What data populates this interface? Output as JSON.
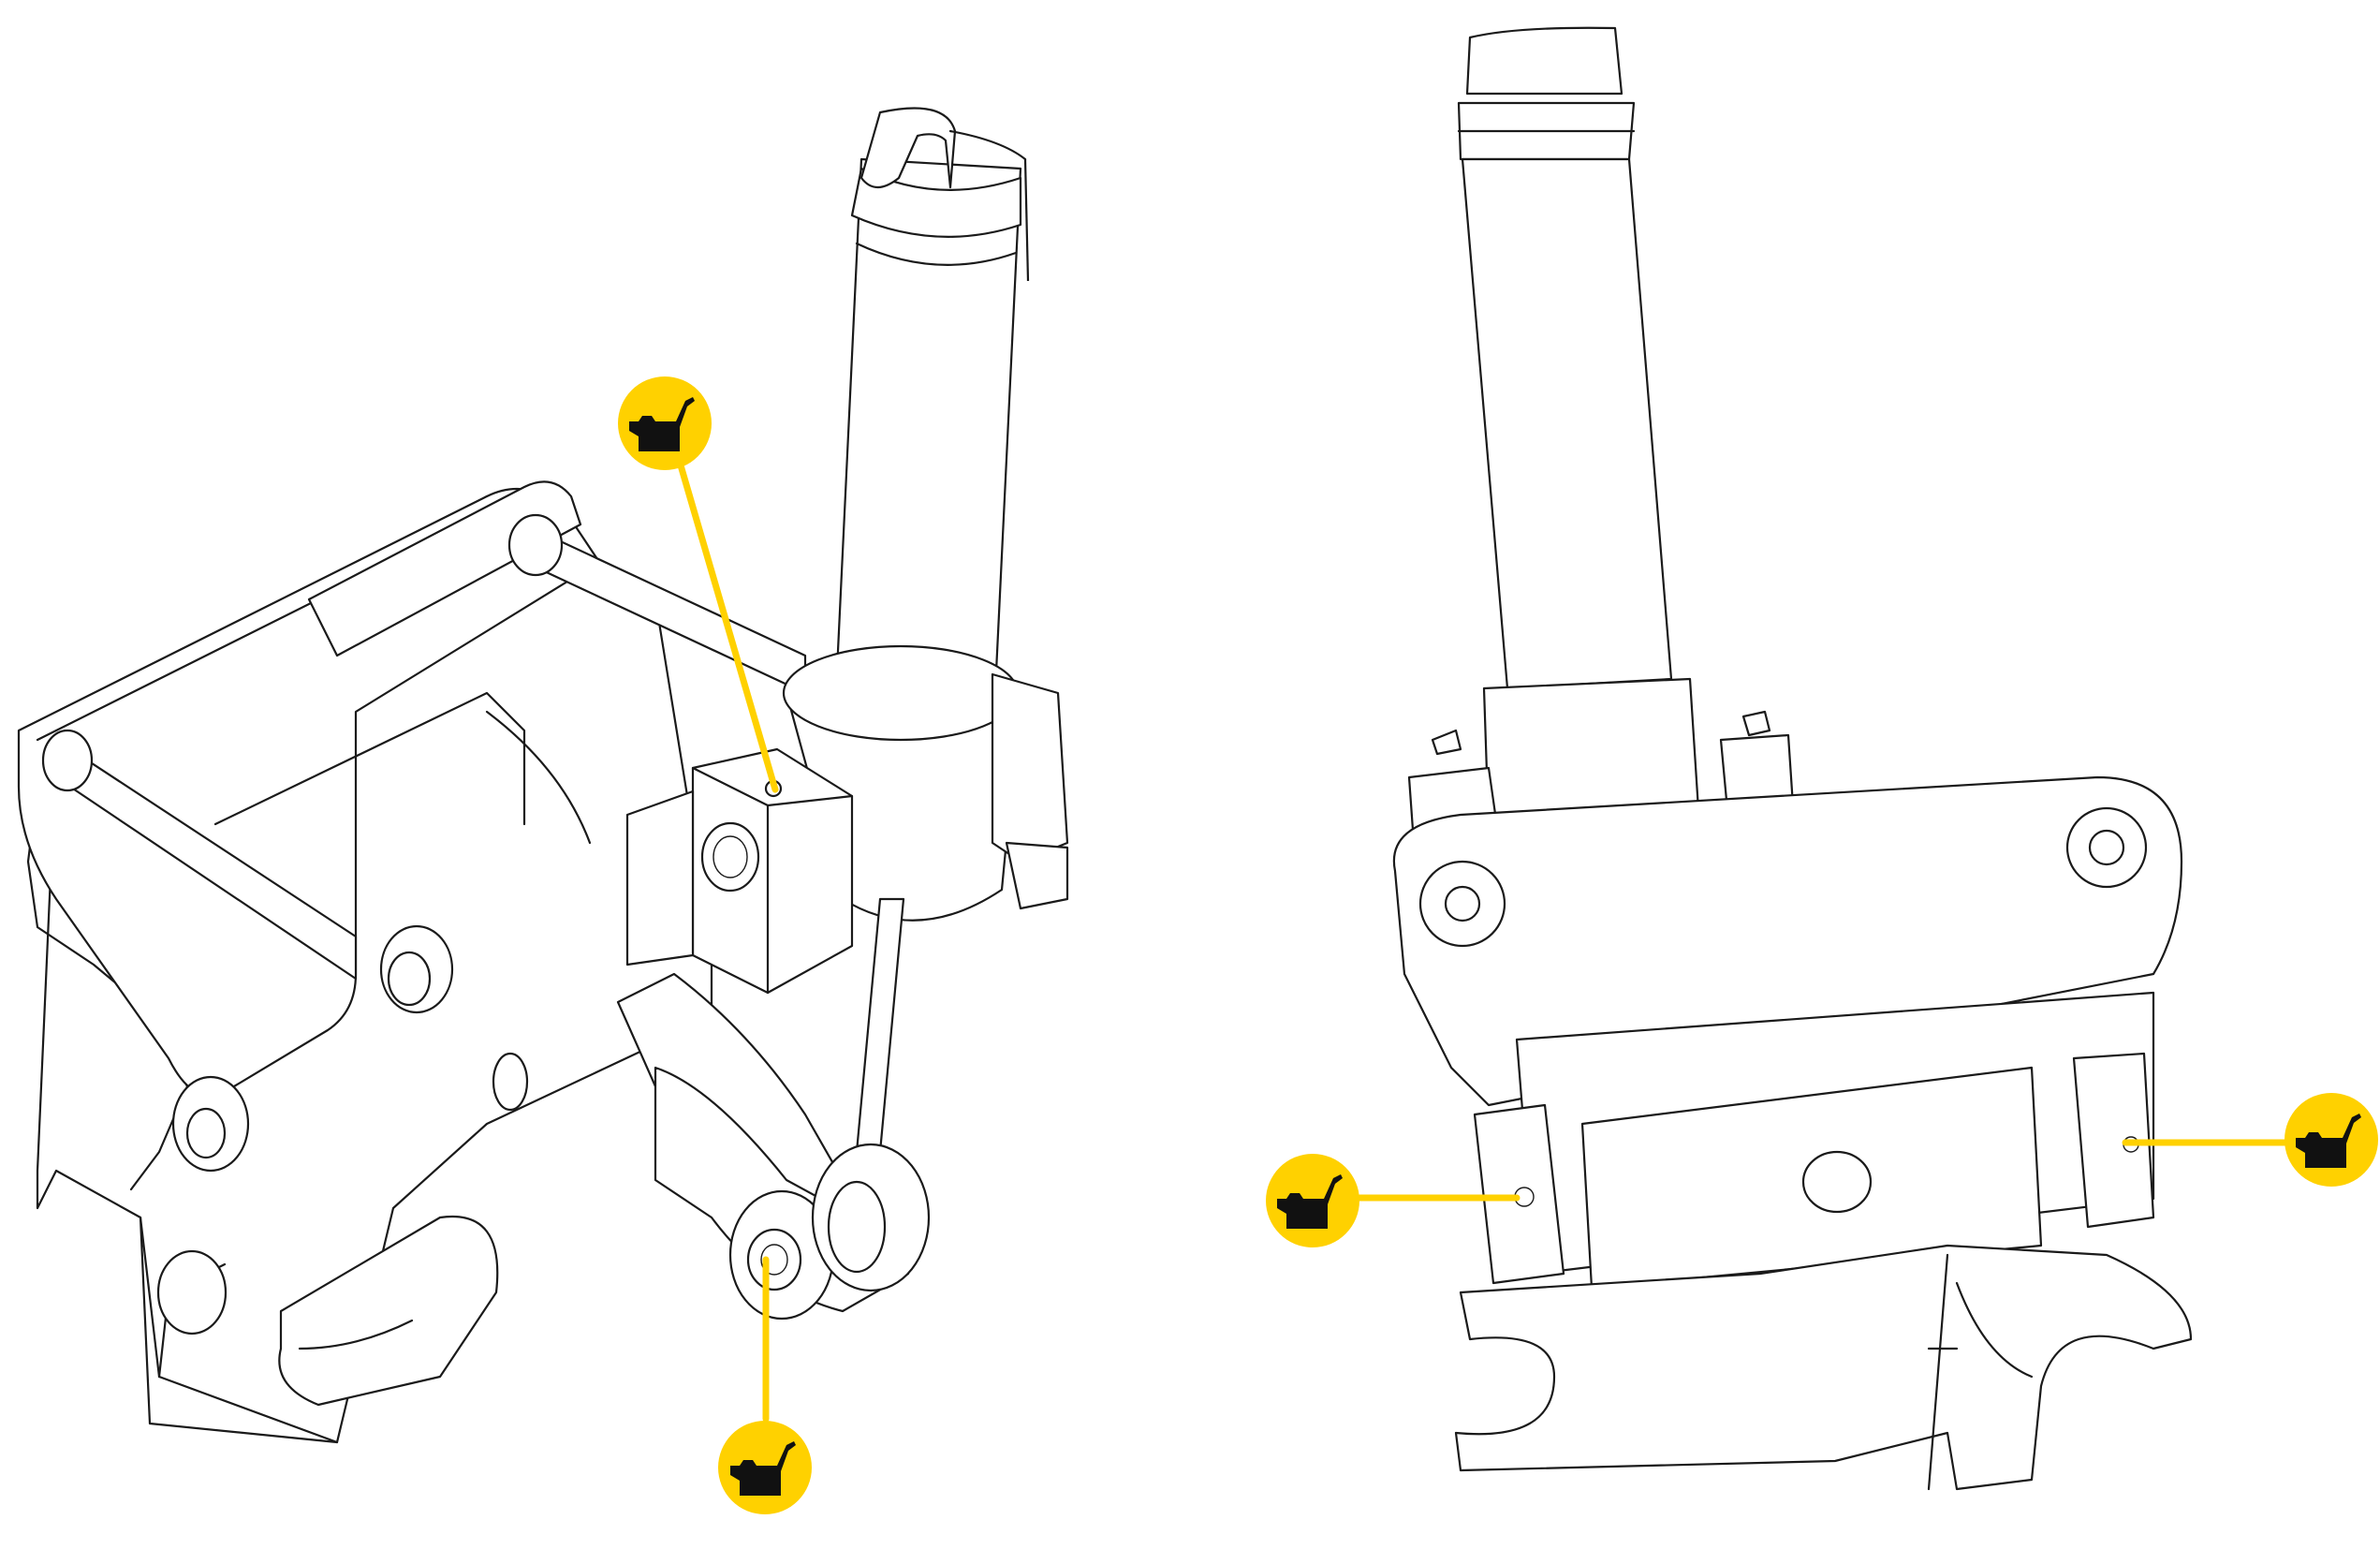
{
  "colors": {
    "accent": "#FFD100",
    "line": "#1a1a1a",
    "background": "#ffffff",
    "icon": "#111111"
  },
  "icons": {
    "lubrication": "oil-can-icon"
  },
  "figures": [
    {
      "view": "isometric",
      "lubrication_points": 2
    },
    {
      "view": "front",
      "lubrication_points": 2
    }
  ]
}
